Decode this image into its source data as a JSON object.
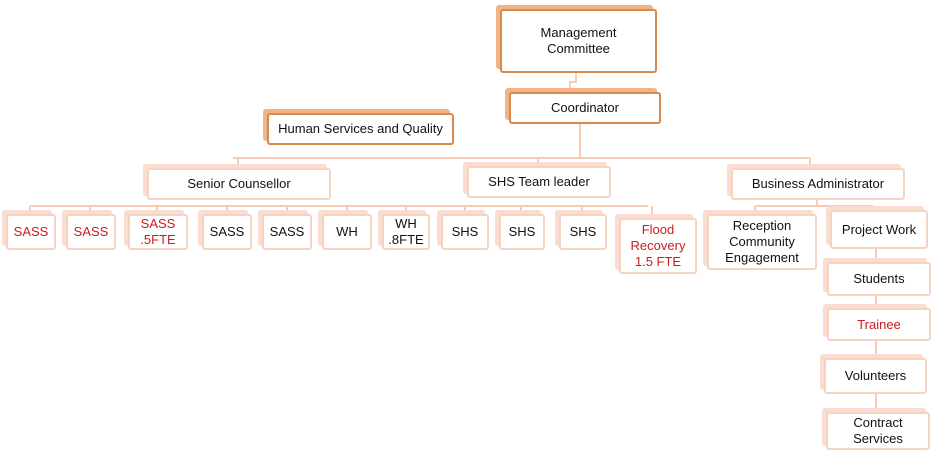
{
  "chart": {
    "management": "Management\nCommittee",
    "coordinator": "Coordinator",
    "hsq": "Human Services and Quality",
    "senior": "Senior Counsellor",
    "shs_lead": "SHS Team leader",
    "bizadmin": "Business Administrator",
    "row": [
      "SASS",
      "SASS",
      "SASS\n.5FTE",
      "SASS",
      "SASS",
      "WH",
      "WH\n.8FTE",
      "SHS",
      "SHS",
      "SHS",
      "Flood\nRecovery\n1.5 FTE"
    ],
    "reception": "Reception\nCommunity\nEngagement",
    "project": "Project Work",
    "students": "Students",
    "trainee": "Trainee",
    "volunteers": "Volunteers",
    "contract": "Contract\nServices"
  },
  "colors": {
    "accent_border": "#d8894e",
    "soft_border": "#f4d3c2",
    "connector": "#f6ccb2",
    "red_text": "#cc1b1b"
  }
}
